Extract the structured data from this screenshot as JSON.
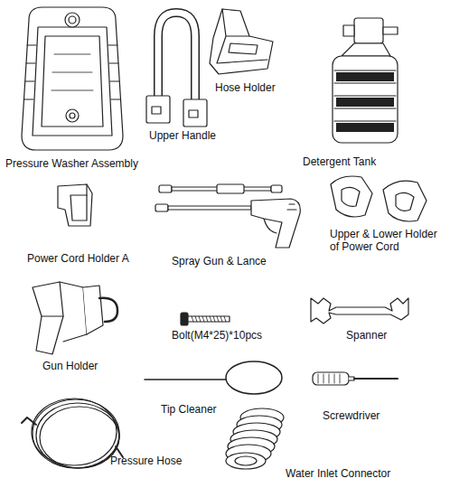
{
  "diagram": {
    "labels": [
      "Hose Holder",
      "Upper Handle",
      "Detergent Tank",
      "Pressure Washer Assembly",
      "Power Cord Holder A",
      "Spray Gun & Lance",
      "Upper & Lower Holder of Power Cord",
      "Bolt(M4*25)*10pcs",
      "Spanner",
      "Gun Holder",
      "Tip Cleaner",
      "Screwdriver",
      "Pressure Hose",
      "Water Inlet Connector"
    ]
  }
}
